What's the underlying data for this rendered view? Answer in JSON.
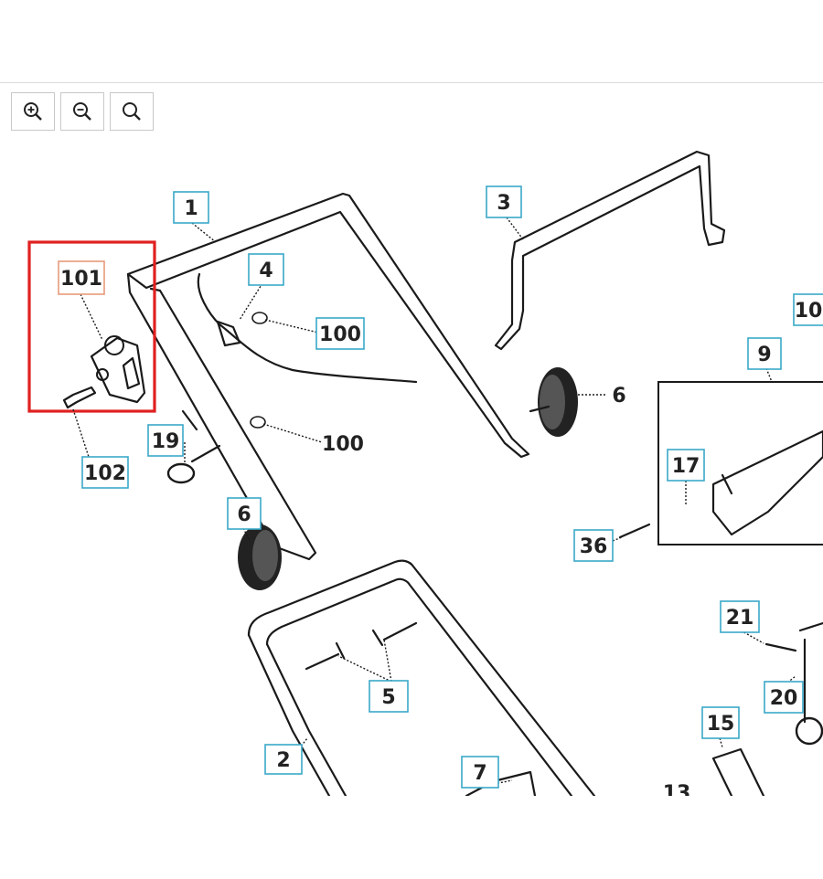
{
  "toolbar": {
    "zoom_in_icon": "zoom-in-icon",
    "zoom_out_icon": "zoom-out-icon",
    "zoom_reset_icon": "search-icon"
  },
  "diagram": {
    "selected_part": "101",
    "highlight_color": "#e02020",
    "callouts": {
      "p1": "1",
      "p3": "3",
      "p4": "4",
      "p100a": "100",
      "p100b": "100",
      "p101": "101",
      "p102": "102",
      "p19": "19",
      "p6a": "6",
      "p6b": "6",
      "p9": "9",
      "p10": "10",
      "p17": "17",
      "p36": "36",
      "p21": "21",
      "p20": "20",
      "p15": "15",
      "p13": "13",
      "p5": "5",
      "p2": "2",
      "p7": "7"
    }
  }
}
